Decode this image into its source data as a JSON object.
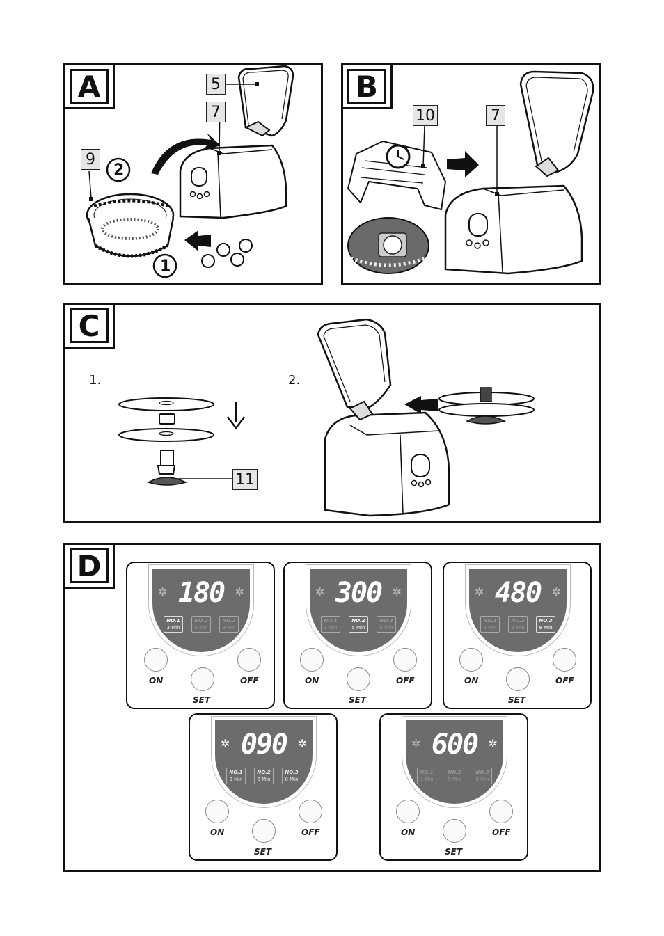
{
  "panels": {
    "a": {
      "letter": "A",
      "callouts": [
        "5",
        "7",
        "9"
      ],
      "steps": [
        "1",
        "2"
      ]
    },
    "b": {
      "letter": "B",
      "callouts": [
        "10",
        "7"
      ]
    },
    "c": {
      "letter": "C",
      "steps": [
        "1.",
        "2."
      ],
      "callouts": [
        "11"
      ]
    },
    "d": {
      "letter": "D",
      "buttons": {
        "on": "ON",
        "off": "OFF",
        "set": "SET"
      },
      "modes": [
        {
          "no": "NO.1",
          "time": "3 Min"
        },
        {
          "no": "NO.2",
          "time": "5 Min"
        },
        {
          "no": "NO.3",
          "time": "8 Min"
        }
      ],
      "displays": [
        {
          "value": "180",
          "active_mode": 1
        },
        {
          "value": "300",
          "active_mode": 2
        },
        {
          "value": "480",
          "active_mode": 3
        },
        {
          "value": "090",
          "active_mode": 0
        },
        {
          "value": "600",
          "active_mode": 0
        }
      ]
    }
  }
}
